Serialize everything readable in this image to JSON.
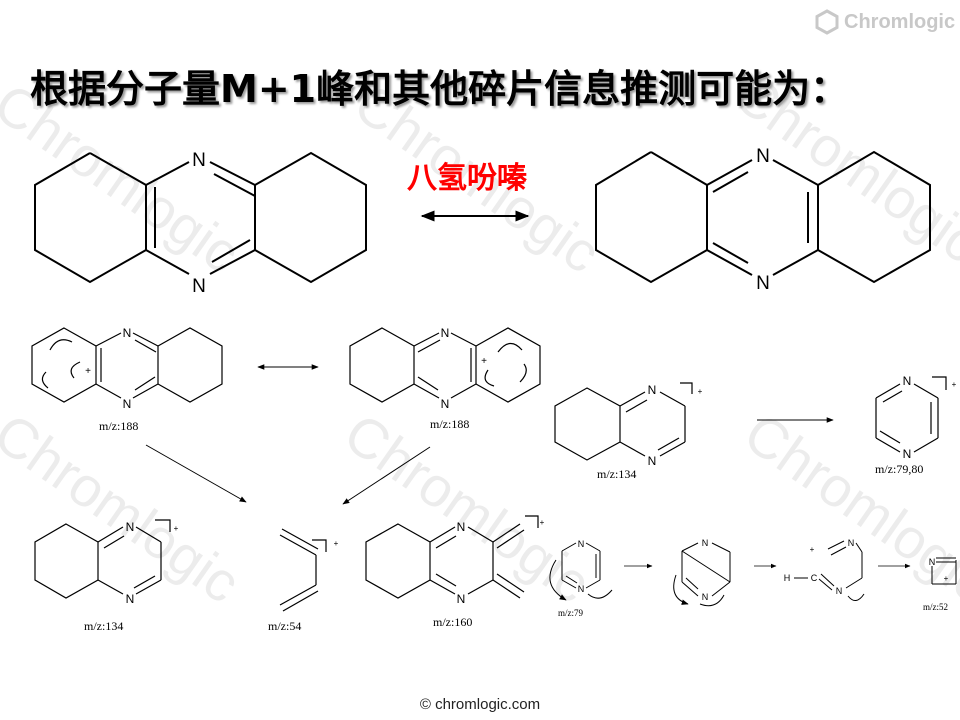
{
  "title": "根据分子量M+1峰和其他碎片信息推测可能为：",
  "brand": "Chromlogic",
  "footer": "© chromlogic.com",
  "watermark_text": "Chromlogic",
  "compound_name": "八氢吩嗪",
  "highlight_color": "#ff0000",
  "atom_n": "N",
  "atom_c": "C",
  "atom_h": "H",
  "charge": "+",
  "fragments": {
    "left_188": "m/z:188",
    "right_188": "m/z:188",
    "frag_134_top": "m/z:134",
    "pyrazine": "m/z:79,80",
    "frag_134_bottom": "m/z:134",
    "butadiene": "m/z:54",
    "frag_160": "m/z:160",
    "pyr_79": "m/z:79",
    "frag_52": "m/z:52"
  }
}
